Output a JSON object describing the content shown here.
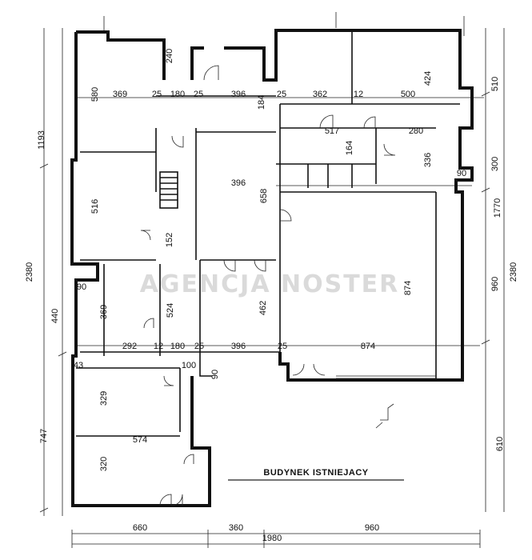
{
  "title": "BUDYNEK ISTNIEJACY",
  "watermark": "AGENCJA NOSTER",
  "dimensions": {
    "left_1193": "1193",
    "left_2380": "2380",
    "left_440": "440",
    "left_747": "747",
    "right_510": "510",
    "right_300": "300",
    "right_1770": "1770",
    "right_2380": "2380",
    "right_960": "960",
    "right_610": "610",
    "bottom_660": "660",
    "bottom_360": "360",
    "bottom_1980": "1980",
    "bottom_960": "960",
    "top_240": "240",
    "top_580": "580",
    "r_369": "369",
    "r_25a": "25",
    "r_180a": "180",
    "r_25b": "25",
    "r_396a": "396",
    "r_184": "184",
    "r_25c": "25",
    "r_362": "362",
    "r_12": "12",
    "r_500": "500",
    "r_424": "424",
    "r_517": "517",
    "r_280": "280",
    "r_164": "164",
    "r_336": "336",
    "r_90a": "90",
    "r_396b": "396",
    "r_658": "658",
    "r_516": "516",
    "r_152": "152",
    "r_874v": "874",
    "r_90b": "90",
    "r_369b": "369",
    "r_524": "524",
    "r_462": "462",
    "r_292": "292",
    "r_12b": "12",
    "r_180b": "180",
    "r_25d": "25",
    "r_396c": "396",
    "r_25e": "25",
    "r_874h": "874",
    "r_43": "43",
    "r_100": "100",
    "r_90c": "90",
    "r_329": "329",
    "r_574": "574",
    "r_320": "320"
  }
}
